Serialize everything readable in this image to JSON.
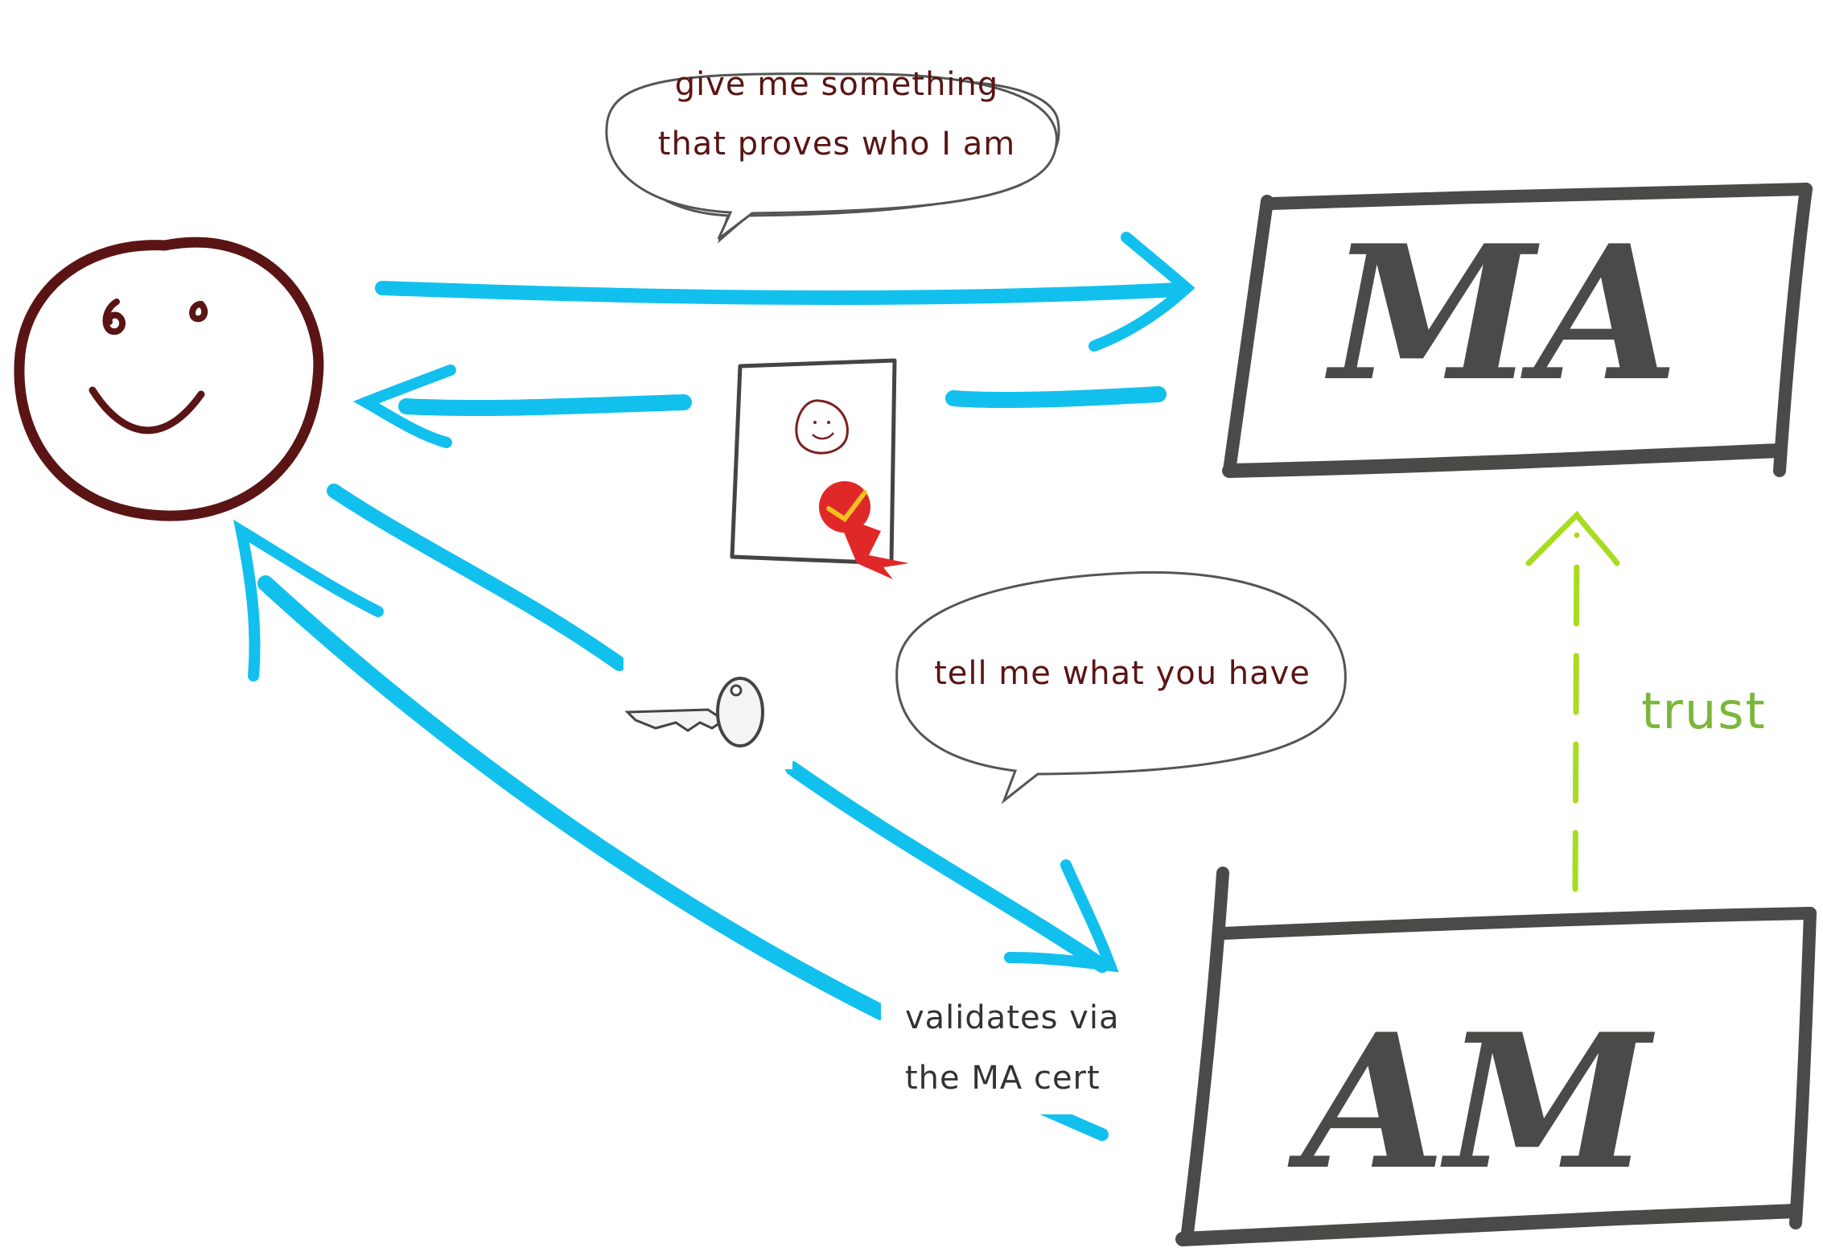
{
  "bubbles": {
    "top": {
      "line1": "give me something",
      "line2": "that proves who I am"
    },
    "middle": {
      "line1": "tell me what you have"
    }
  },
  "boxes": {
    "ma": "MA",
    "am": "AM"
  },
  "labels": {
    "trust": "trust",
    "validates_line1": "validates via",
    "validates_line2": "the MA cert"
  },
  "colors": {
    "arrow": "#12c0ee",
    "ink": "#5a1414",
    "box": "#4a4a48",
    "trust": "#a8dc20",
    "trust_text": "#7cb63a",
    "seal": "#e02828"
  },
  "icons": [
    "smiley-face-icon",
    "certificate-icon",
    "ribbon-seal-icon",
    "key-icon"
  ]
}
